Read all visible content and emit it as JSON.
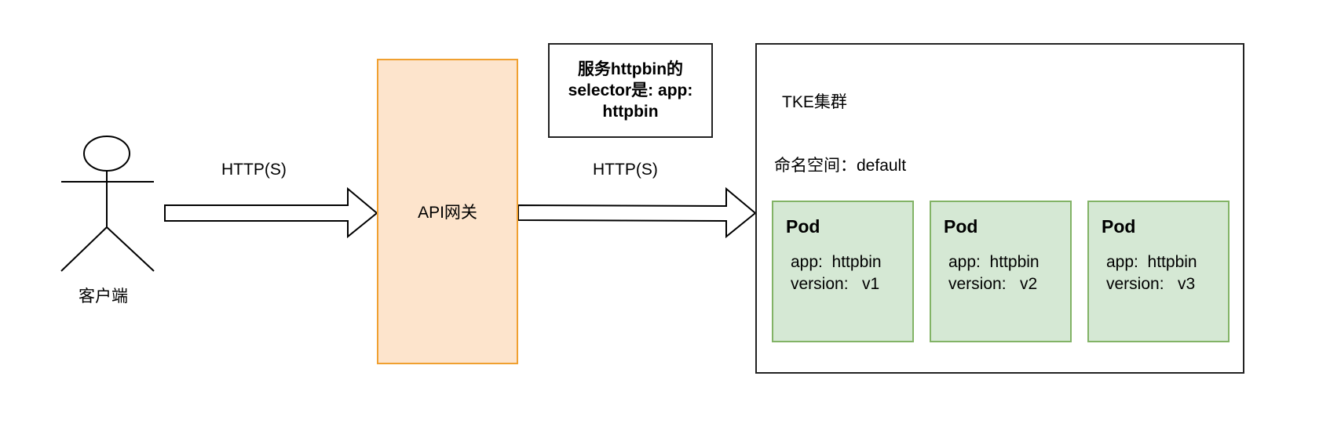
{
  "client": {
    "label": "客户端"
  },
  "arrows": {
    "left_label": "HTTP(S)",
    "right_label": "HTTP(S)"
  },
  "gateway": {
    "label": "API网关"
  },
  "note": {
    "lines": [
      "服务httpbin的",
      "selector是: app:",
      "httpbin"
    ]
  },
  "cluster": {
    "title": "TKE集群",
    "namespace": "命名空间：default",
    "pods": [
      {
        "title": "Pod",
        "app": "app:  httpbin",
        "version": "version:   v1"
      },
      {
        "title": "Pod",
        "app": "app:  httpbin",
        "version": "version:   v2"
      },
      {
        "title": "Pod",
        "app": "app:  httpbin",
        "version": "version:   v3"
      }
    ]
  },
  "colors": {
    "gateway_fill": "#fde4cc",
    "gateway_stroke": "#f0a030",
    "pod_fill": "#d5e8d4",
    "pod_stroke": "#82b366"
  }
}
